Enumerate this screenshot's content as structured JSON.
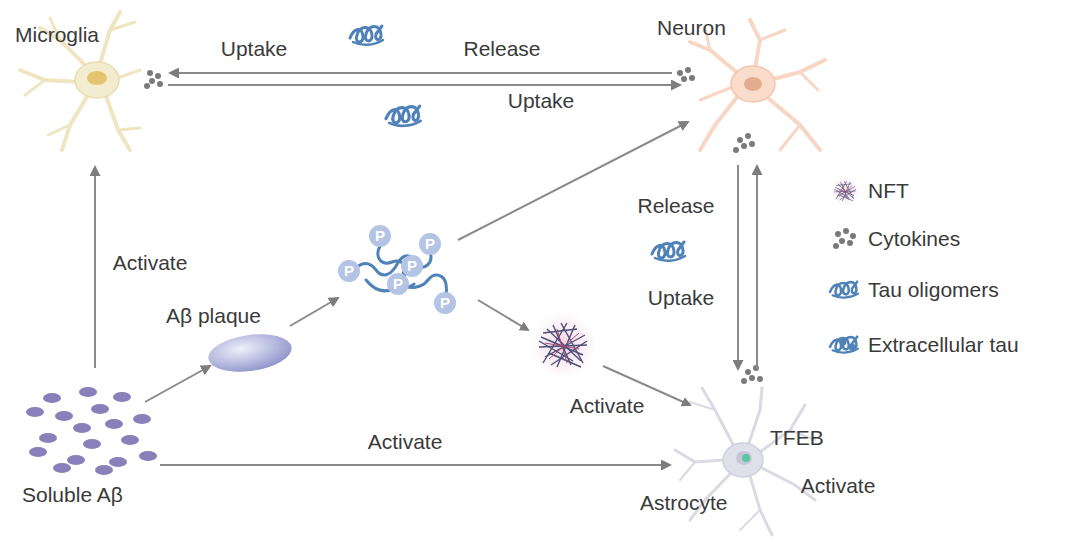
{
  "diagram": {
    "nodes": [
      {
        "text": [
          "Microglia"
        ]
      },
      {
        "text": [
          "Neuron"
        ]
      },
      {
        "text": [
          "Astrocyte",
          "TFEB"
        ]
      },
      {
        "text": [
          "Soluble Aβ"
        ]
      },
      {
        "text": [
          "Aβ plaque"
        ]
      },
      {
        "text": [
          "P",
          "P",
          "P",
          "P",
          "P",
          "P"
        ]
      }
    ],
    "edges": [
      {
        "from": 1,
        "to": 0,
        "arrow": "to",
        "label": "Release"
      },
      {
        "from": 0,
        "to": 1,
        "arrow": "to",
        "label": "Uptake"
      },
      {
        "from": 3,
        "to": 0,
        "arrow": "to",
        "label": "Activate"
      },
      {
        "from": 3,
        "to": 4,
        "arrow": "to"
      },
      {
        "from": 3,
        "to": 2,
        "arrow": "to",
        "label": "Activate"
      },
      {
        "from": 4,
        "to": 5,
        "arrow": "to"
      },
      {
        "from": 5,
        "to": 1,
        "arrow": "to"
      },
      {
        "from": 1,
        "to": 2,
        "arrow": "to",
        "label": "Release"
      },
      {
        "from": 2,
        "to": 1,
        "arrow": "to"
      }
    ],
    "labels": [
      "Uptake",
      "Uptake",
      "Activate",
      "Activate"
    ],
    "legend": [
      {
        "text": "NFT"
      },
      {
        "text": "Cytokines"
      },
      {
        "text": "Tau oligomers"
      },
      {
        "text": "Extracellular tau"
      }
    ]
  }
}
